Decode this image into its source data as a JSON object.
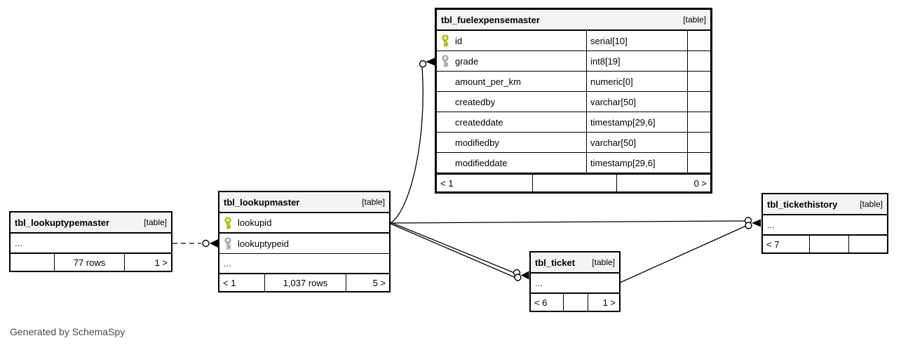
{
  "note": "Generated by SchemaSpy",
  "colors": {
    "primary_key_yellow": "#dcd81f",
    "foreign_key_gray": "#b8b8b8",
    "header_bg": "#f3f3f3",
    "line_black": "#000000"
  },
  "tables": {
    "fuelexpensemaster": {
      "name": "tbl_fuelexpensemaster",
      "badge": "[table]",
      "columns": [
        {
          "name": "id",
          "type": "serial[10]",
          "key": "primary"
        },
        {
          "name": "grade",
          "type": "int8[19]",
          "key": "foreign"
        },
        {
          "name": "amount_per_km",
          "type": "numeric[0]",
          "key": ""
        },
        {
          "name": "createdby",
          "type": "varchar[50]",
          "key": ""
        },
        {
          "name": "createddate",
          "type": "timestamp[29,6]",
          "key": ""
        },
        {
          "name": "modifiedby",
          "type": "varchar[50]",
          "key": ""
        },
        {
          "name": "modifieddate",
          "type": "timestamp[29,6]",
          "key": ""
        }
      ],
      "footer": {
        "left": "< 1",
        "center": "",
        "right": "0 >"
      }
    },
    "lookupmaster": {
      "name": "tbl_lookupmaster",
      "badge": "[table]",
      "columns": [
        {
          "name": "lookupid",
          "key": "primary"
        },
        {
          "name": "lookuptypeid",
          "key": "foreign"
        }
      ],
      "ellipsis": "...",
      "footer": {
        "left": "< 1",
        "center": "1,037 rows",
        "right": "5 >"
      }
    },
    "lookuptypemaster": {
      "name": "tbl_lookuptypemaster",
      "badge": "[table]",
      "ellipsis": "...",
      "footer": {
        "left": "",
        "center": "77 rows",
        "right": "1 >"
      }
    },
    "ticket": {
      "name": "tbl_ticket",
      "badge": "[table]",
      "ellipsis": "...",
      "footer": {
        "left": "< 6",
        "center": "",
        "right": "1 >"
      }
    },
    "tickethistory": {
      "name": "tbl_tickethistory",
      "badge": "[table]",
      "ellipsis": "...",
      "footer": {
        "left": "< 7",
        "center": "",
        "right": ""
      }
    }
  }
}
